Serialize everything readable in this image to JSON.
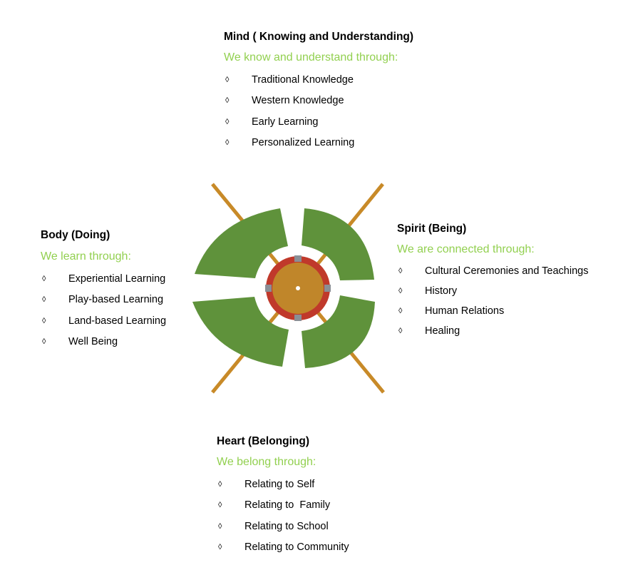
{
  "bullet_glyph": "◊",
  "colors": {
    "heading": "#000000",
    "subtitle": "#92d050",
    "segment_green": "#5f923b",
    "line_gold": "#c88a28",
    "ring_red": "#c0392b",
    "core_gold": "#c0862a",
    "ring_marker_gray": "#8a8f96"
  },
  "sections": {
    "mind": {
      "title": "Mind ( Knowing and Understanding)",
      "subtitle": "We know and understand through:",
      "items": [
        "Traditional Knowledge",
        "Western Knowledge",
        "Early Learning",
        "Personalized Learning"
      ]
    },
    "body": {
      "title": "Body (Doing)",
      "subtitle": "We learn through:",
      "items": [
        "Experiential Learning",
        "Play-based Learning",
        "Land-based Learning",
        "Well Being"
      ]
    },
    "spirit": {
      "title": "Spirit (Being)",
      "subtitle": "We are connected through:",
      "items": [
        "Cultural Ceremonies and Teachings",
        "History",
        "Human Relations",
        "Healing"
      ]
    },
    "heart": {
      "title": "Heart (Belonging)",
      "subtitle": "We belong through:",
      "items": [
        "Relating to Self",
        "Relating to  Family",
        "Relating to School",
        "Relating to Community"
      ]
    }
  },
  "wheel": {
    "segments": [
      "mind-body",
      "mind-spirit",
      "body-heart",
      "spirit-heart"
    ],
    "segment_count": 4,
    "spoke_count": 4,
    "ring_marker_count": 4
  }
}
